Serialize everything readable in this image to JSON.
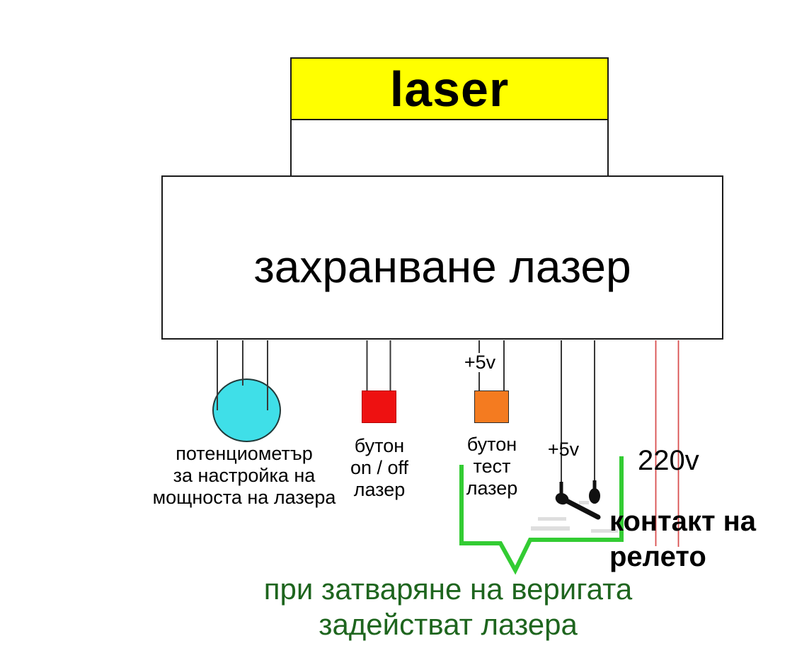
{
  "diagram": {
    "laser_box": {
      "label": "laser"
    },
    "psu_box": {
      "label": "захранване лазер"
    },
    "potentiometer": {
      "label": [
        "потенциометър",
        "за настройка на",
        "мощноста на лазера"
      ]
    },
    "button_onoff": {
      "label": [
        "бутон",
        "on / off",
        "лазер"
      ]
    },
    "button_test": {
      "voltage": "+5v",
      "label": [
        "бутон",
        "тест",
        "лазер"
      ]
    },
    "relay": {
      "voltage": "+5v",
      "mains": "220v",
      "label": [
        "контакт на",
        "релето"
      ]
    },
    "note": [
      "при затваряне на веригата",
      "задействат лазера"
    ]
  },
  "colors": {
    "laser_box_fill": "#ffff00",
    "potentiometer_fill": "#3fdfe8",
    "button_onoff_fill": "#ee1111",
    "button_test_fill": "#f47b20",
    "wire": "#383838",
    "mains_line": "#d94f4f",
    "bracket_green": "#33cc33",
    "note_green": "#1e651e",
    "text": "#000000"
  }
}
